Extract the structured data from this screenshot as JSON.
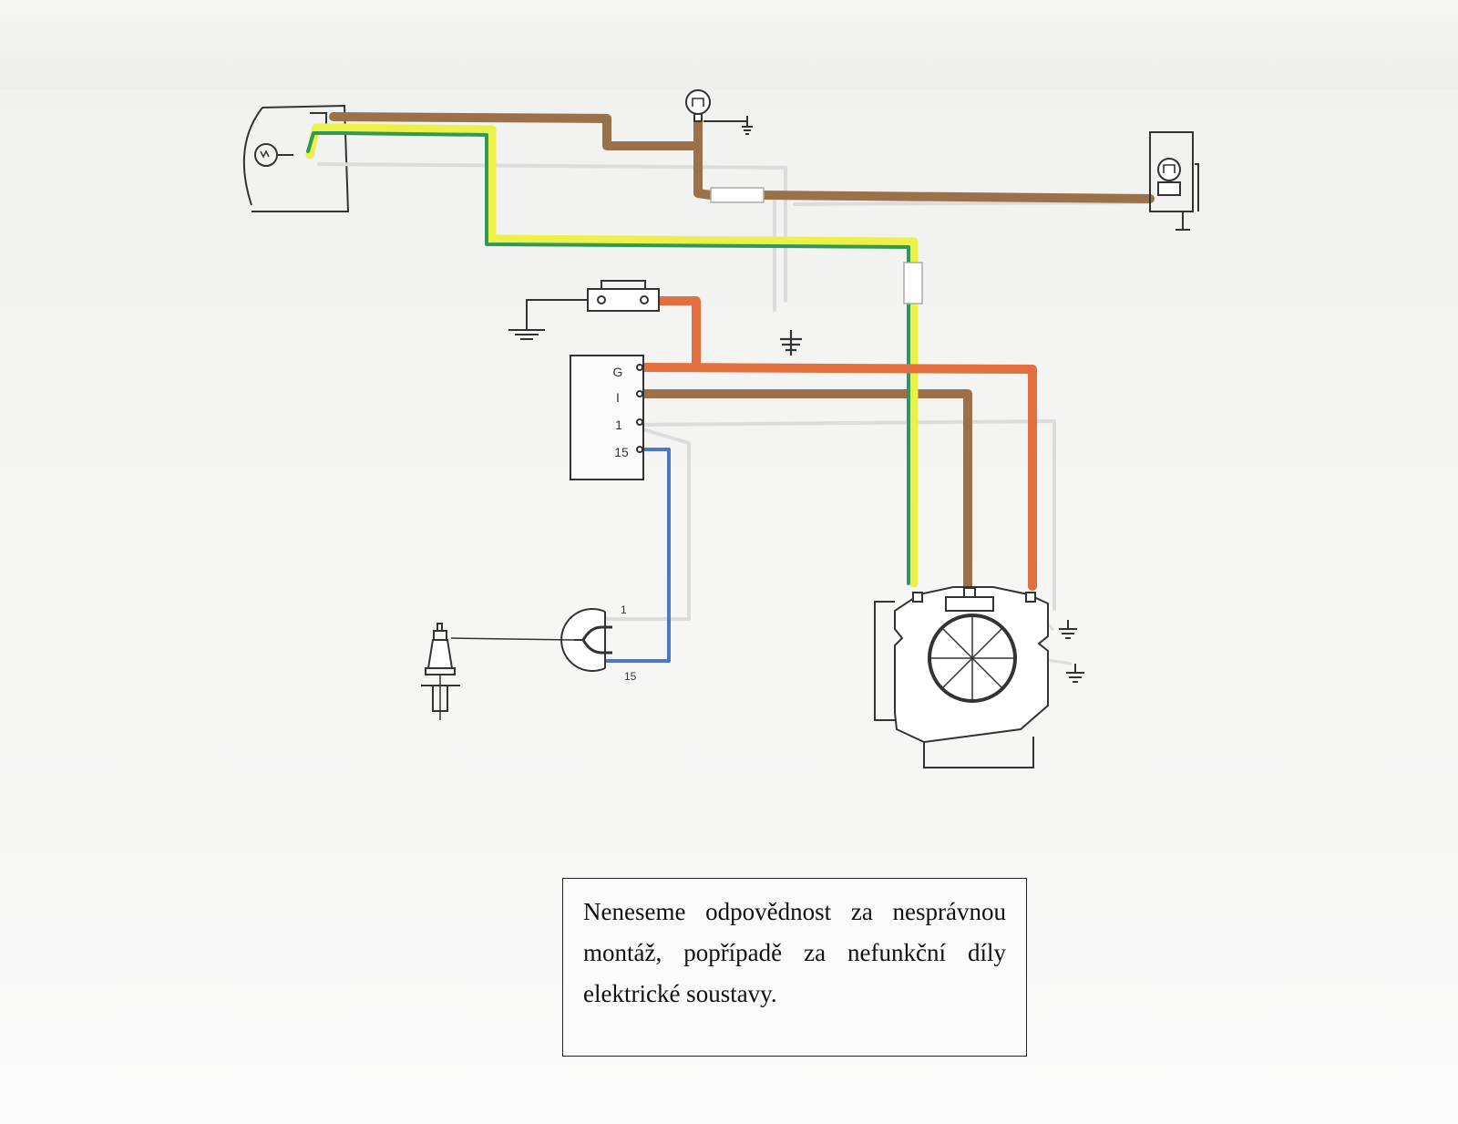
{
  "regulator": {
    "terminals": [
      "G",
      "I",
      "1",
      "15"
    ]
  },
  "coil": {
    "terminal_1": "1",
    "terminal_15": "15"
  },
  "wire_colors": {
    "brown": "#9a7148",
    "green": "#2e9a55",
    "yellow": "#eef04a",
    "white": "#dcdcdc",
    "orange": "#e2703e",
    "blue": "#4d78c9",
    "black": "#333333"
  },
  "icons": [
    "headlamp-icon",
    "bulb-icon",
    "tail-lamp-icon",
    "ground-icon",
    "fuse-icon",
    "spark-plug-icon",
    "ignition-coil-icon",
    "dynamo-icon"
  ],
  "note": {
    "text": "Neneseme odpovědnost za nesprávnou montáž, popřípadě za nefunkční díly elektrické soustavy."
  }
}
